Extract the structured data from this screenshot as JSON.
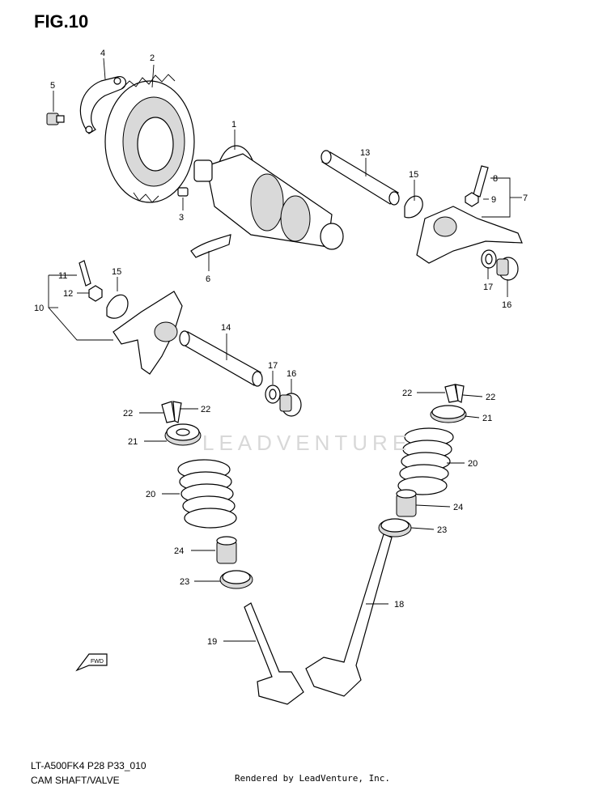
{
  "figure_title": "FIG.10",
  "footer": {
    "model_code": "LT-A500FK4 P28 P33_010",
    "section_name": "CAM SHAFT/VALVE",
    "credit": "Rendered by LeadVenture, Inc."
  },
  "watermark": "LEADVENTURE",
  "fwd_label": "FWD",
  "callouts": {
    "c1": "1",
    "c2": "2",
    "c3": "3",
    "c4": "4",
    "c5": "5",
    "c6": "6",
    "c7": "7",
    "c8": "8",
    "c9": "9",
    "c10": "10",
    "c11": "11",
    "c12": "12",
    "c13": "13",
    "c14": "14",
    "c15a": "15",
    "c15b": "15",
    "c16a": "16",
    "c16b": "16",
    "c17a": "17",
    "c17b": "17",
    "c18": "18",
    "c19": "19",
    "c20a": "20",
    "c20b": "20",
    "c21a": "21",
    "c21b": "21",
    "c22a": "22",
    "c22b": "22",
    "c22c": "22",
    "c22d": "22",
    "c23a": "23",
    "c23b": "23",
    "c24a": "24",
    "c24b": "24"
  }
}
